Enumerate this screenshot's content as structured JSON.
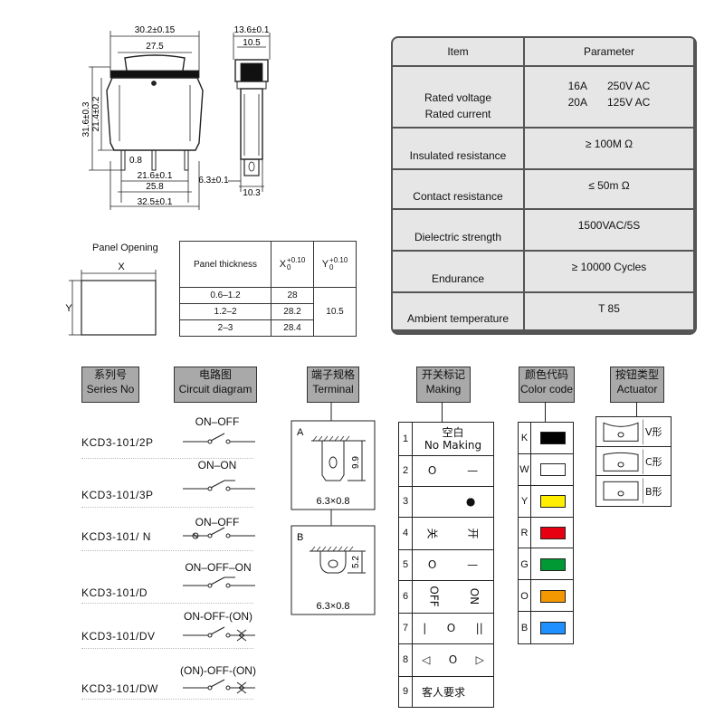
{
  "dims": {
    "top_width": "30.2±0.15",
    "inner_width": "27.5",
    "height_total": "31.6±0.3",
    "height_body": "21.4±0.2",
    "pin_thick": "0.8",
    "pin_pitch": "21.6±0.1",
    "width_mid": "25.8",
    "width_bottom": "32.5±0.1",
    "side_top": "13.6±0.1",
    "side_inner": "10.5",
    "terminal_w": "6.3±0.1",
    "side_bottom": "10.3"
  },
  "spec_table": {
    "header": {
      "item": "Item",
      "parameter": "Parameter"
    },
    "rows": [
      {
        "item": [
          "Rated voltage",
          "Rated current"
        ],
        "parameter": [
          [
            "16A",
            "250V AC"
          ],
          [
            "20A",
            "125V AC"
          ]
        ]
      },
      {
        "item": [
          "Insulated resistance"
        ],
        "parameter": "≥ 100M Ω"
      },
      {
        "item": [
          "Contact resistance"
        ],
        "parameter": "≤ 50m Ω"
      },
      {
        "item": [
          "Dielectric strength"
        ],
        "parameter": "1500VAC/5S"
      },
      {
        "item": [
          "Endurance"
        ],
        "parameter": "≥ 10000 Cycles"
      },
      {
        "item": [
          "Ambient temperature"
        ],
        "parameter": "T 85"
      }
    ]
  },
  "panel": {
    "title": "Panel Opening",
    "x_label": "X",
    "y_label": "Y",
    "table": {
      "h_thickness": "Panel thickness",
      "h_x": "X",
      "h_x_tol": "+0.10",
      "h_x_tol2": "0",
      "h_y": "Y",
      "h_y_tol": "+0.10",
      "h_y_tol2": "0",
      "rows": [
        {
          "t": "0.6–1.2",
          "x": "28"
        },
        {
          "t": "1.2–2",
          "x": "28.2"
        },
        {
          "t": "2–3",
          "x": "28.4"
        }
      ],
      "y_value": "10.5"
    }
  },
  "headers": {
    "series": {
      "cn": "系列号",
      "en": "Series No"
    },
    "circuit": {
      "cn": "电路图",
      "en": "Circuit diagram"
    },
    "terminal": {
      "cn": "端子规格",
      "en": "Terminal"
    },
    "making": {
      "cn": "开关标记",
      "en": "Making"
    },
    "color": {
      "cn": "颜色代码",
      "en": "Color code"
    },
    "actuator": {
      "cn": "按钮类型",
      "en": "Actuator"
    }
  },
  "series": [
    {
      "model": "KCD3-101/2P",
      "circuit": "ON–OFF"
    },
    {
      "model": "KCD3-101/3P",
      "circuit": "ON–ON"
    },
    {
      "model": "KCD3-101/ N",
      "circuit": "ON–OFF"
    },
    {
      "model": "KCD3-101/D",
      "circuit": "ON–OFF–ON"
    },
    {
      "model": "KCD3-101/DV",
      "circuit": "ON-OFF-(ON)"
    },
    {
      "model": "KCD3-101/DW",
      "circuit": "(ON)-OFF-(ON)"
    }
  ],
  "terminal": {
    "a": {
      "label": "A",
      "dim": "9.9",
      "size": "6.3×0.8"
    },
    "b": {
      "label": "B",
      "dim": "5.2",
      "size": "6.3×0.8"
    }
  },
  "making": {
    "rows": [
      {
        "n": "1",
        "l": "空白",
        "l2": "No Making",
        "r": ""
      },
      {
        "n": "2",
        "l": "O",
        "r": "—"
      },
      {
        "n": "3",
        "l": "",
        "r": "●"
      },
      {
        "n": "4",
        "l": "关",
        "r": "开"
      },
      {
        "n": "5",
        "l": "O",
        "r": "—"
      },
      {
        "n": "6",
        "l": "OFF",
        "r": "ON"
      },
      {
        "n": "7",
        "l": "|",
        "m": "O",
        "r": "||"
      },
      {
        "n": "8",
        "l": "◁",
        "m": "O",
        "r": "▷"
      },
      {
        "n": "9",
        "l": "客人要求",
        "r": ""
      }
    ]
  },
  "colors": [
    {
      "code": "K",
      "hex": "#000000"
    },
    {
      "code": "W",
      "hex": "#ffffff"
    },
    {
      "code": "Y",
      "hex": "#ffee00"
    },
    {
      "code": "R",
      "hex": "#e60012"
    },
    {
      "code": "G",
      "hex": "#009933"
    },
    {
      "code": "O",
      "hex": "#f39800"
    },
    {
      "code": "B",
      "hex": "#1e90ff"
    }
  ],
  "actuators": [
    {
      "label": "V形"
    },
    {
      "label": "C形"
    },
    {
      "label": "B形"
    }
  ],
  "header_color": "#a9a9a9"
}
